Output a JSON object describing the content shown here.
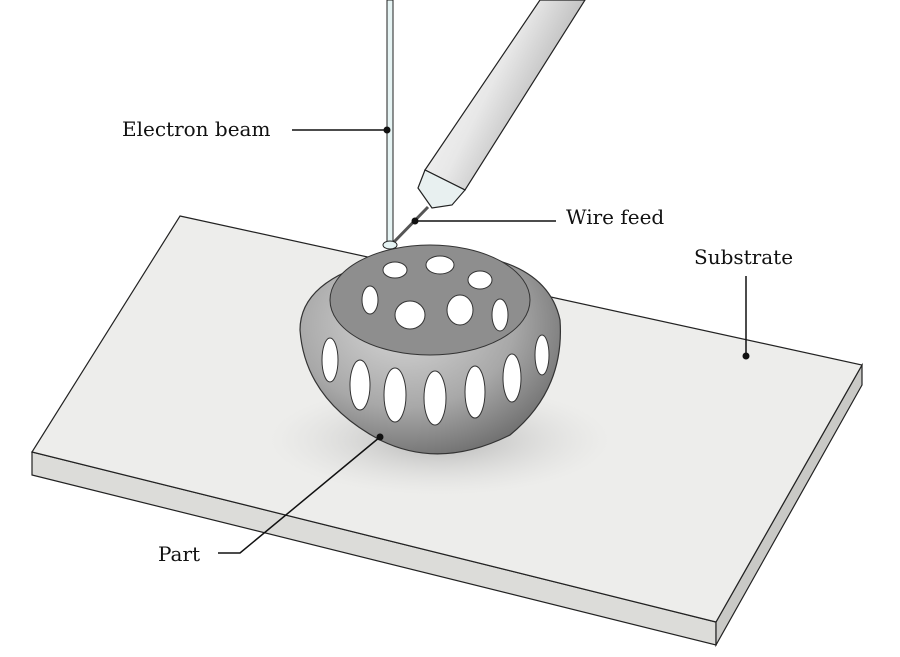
{
  "labels": {
    "electron_beam": "Electron beam",
    "wire_feed": "Wire feed",
    "substrate": "Substrate",
    "part": "Part"
  },
  "colors": {
    "substrate_top": "#ededeb",
    "substrate_side": "#d9d9d6",
    "part": "#a9a9a9",
    "beam": "#e6f4f4",
    "leader": "#111111"
  }
}
